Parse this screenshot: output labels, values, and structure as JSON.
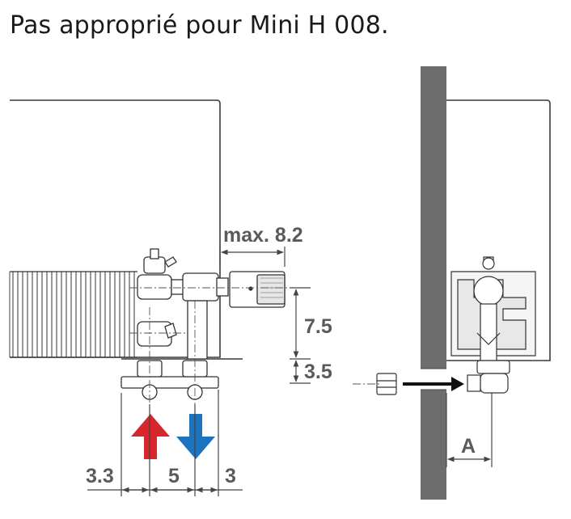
{
  "title": "Pas approprié pour Mini H 008.",
  "dimensions": {
    "max_depth": "max. 8.2",
    "height_upper": "7.5",
    "height_lower": "3.5",
    "spacing_left": "3.3",
    "spacing_middle": "5",
    "spacing_right": "3",
    "wall_distance": "A"
  },
  "colors": {
    "supply_arrow": "#d7272d",
    "return_arrow": "#1e73be",
    "wall": "#6d6d6d",
    "outline": "#3a3a3a"
  }
}
